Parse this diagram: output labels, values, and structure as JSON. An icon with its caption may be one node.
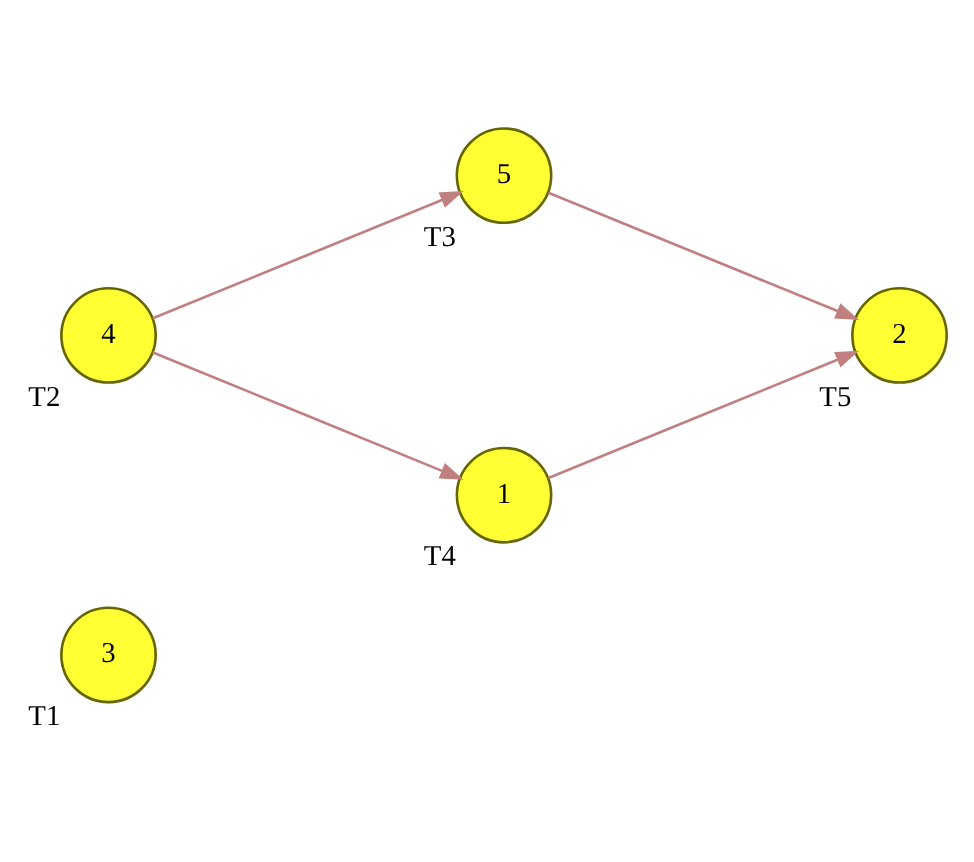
{
  "diagram": {
    "nodes": [
      {
        "text": [
          "3"
        ],
        "beside": [
          "T1"
        ]
      },
      {
        "text": [
          "5"
        ],
        "beside": [
          "T3"
        ]
      },
      {
        "text": [
          "4"
        ],
        "beside": [
          "T2"
        ]
      },
      {
        "text": [
          "2"
        ],
        "beside": [
          "T5"
        ]
      },
      {
        "text": [
          "1"
        ],
        "beside": [
          "T4"
        ]
      }
    ],
    "edges": [
      {
        "from": 2,
        "to": 1,
        "arrow": "to"
      },
      {
        "from": 1,
        "to": 3,
        "arrow": "to"
      },
      {
        "from": 2,
        "to": 4,
        "arrow": "to"
      },
      {
        "from": 4,
        "to": 3,
        "arrow": "to"
      }
    ]
  }
}
